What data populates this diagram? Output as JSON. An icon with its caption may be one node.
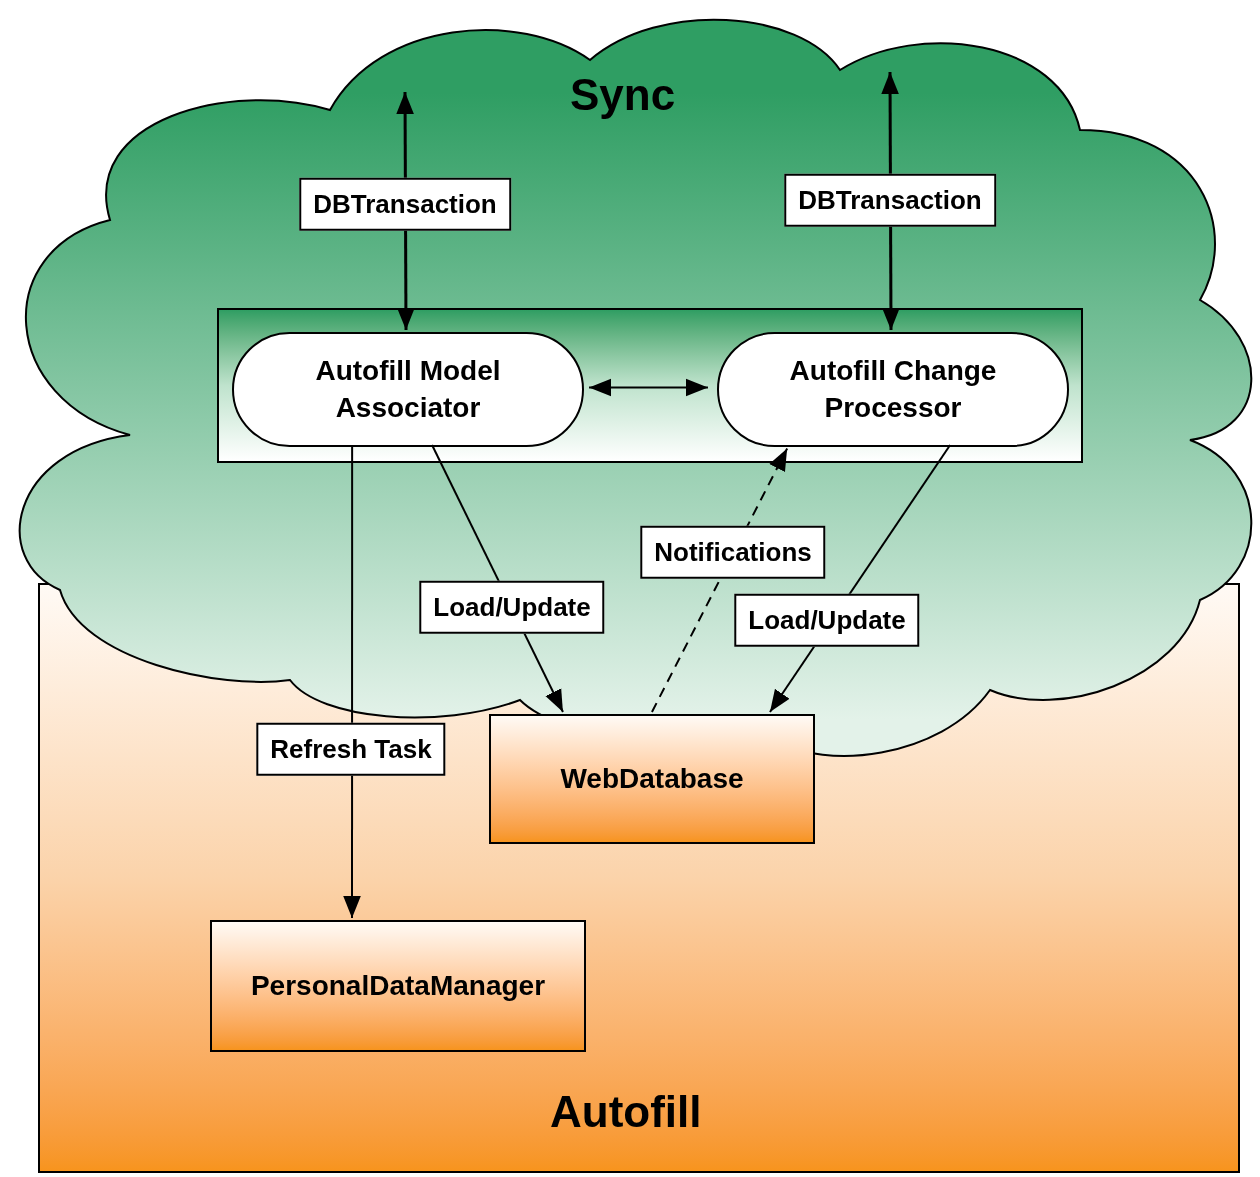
{
  "diagram": {
    "nodes": [
      {
        "text": [
          "Sync"
        ]
      },
      {
        "text": [
          "Autofill"
        ]
      },
      {
        "text": [],
        "shape": "box",
        "in": 0
      },
      {
        "text": [
          "Autofill Model Associator"
        ],
        "in": 2
      },
      {
        "text": [
          "Autofill Change Processor"
        ],
        "in": 2
      },
      {
        "text": [
          "WebDatabase"
        ],
        "in": 1
      },
      {
        "text": [
          "PersonalDataManager"
        ],
        "in": 1
      }
    ],
    "edges": [
      {
        "from": null,
        "to": 3,
        "arrow": "both",
        "label": "DBTransaction"
      },
      {
        "from": null,
        "to": 4,
        "arrow": "both",
        "label": "DBTransaction"
      },
      {
        "from": 3,
        "to": 4,
        "arrow": "both"
      },
      {
        "from": 3,
        "to": 5,
        "arrow": "to",
        "label": "Load/Update"
      },
      {
        "from": 5,
        "to": 4,
        "arrow": "to",
        "label": "Notifications",
        "style": "dashed"
      },
      {
        "from": 4,
        "to": 5,
        "arrow": "to",
        "label": "Load/Update"
      },
      {
        "from": 3,
        "to": 6,
        "arrow": "to",
        "label": "Refresh Task"
      }
    ]
  }
}
